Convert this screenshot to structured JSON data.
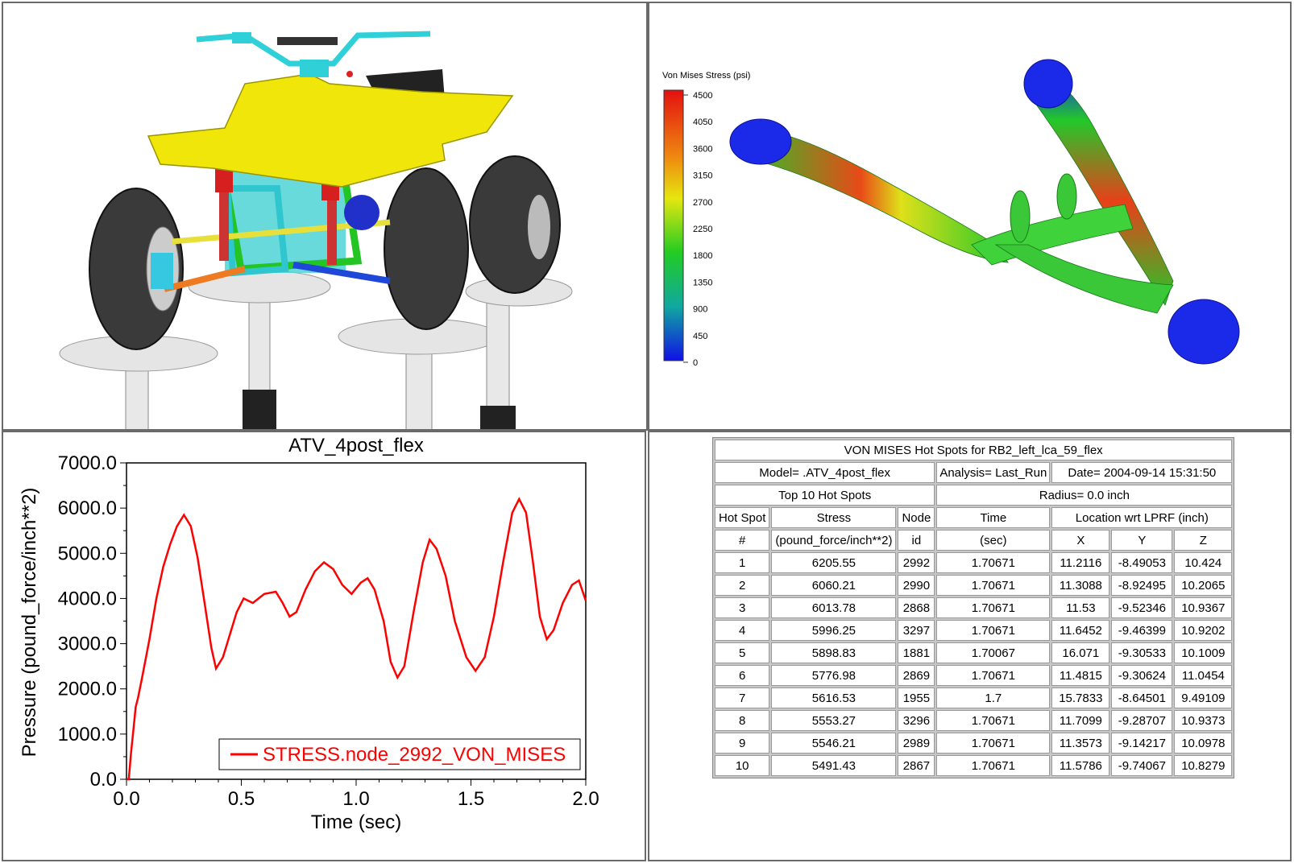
{
  "stress_panel": {
    "title": "Von Mises Stress (psi)",
    "colorbar_ticks": [
      "4500",
      "4050",
      "3600",
      "3150",
      "2700",
      "2250",
      "1800",
      "1350",
      "900",
      "450",
      "0"
    ]
  },
  "chart_data": {
    "type": "line",
    "title": "ATV_4post_flex",
    "xlabel": "Time (sec)",
    "ylabel": "Pressure (pound_force/inch**2)",
    "xlim": [
      0.0,
      2.0
    ],
    "ylim": [
      0.0,
      7000.0
    ],
    "x_ticks": [
      "0.0",
      "0.5",
      "1.0",
      "1.5",
      "2.0"
    ],
    "y_ticks": [
      "0.0",
      "1000.0",
      "2000.0",
      "3000.0",
      "4000.0",
      "5000.0",
      "6000.0",
      "7000.0"
    ],
    "legend_position": "bottom-right",
    "series": [
      {
        "name": "STRESS.node_2992_VON_MISES",
        "color": "#ff0000",
        "points": [
          [
            0.0,
            0
          ],
          [
            0.01,
            0
          ],
          [
            0.02,
            600
          ],
          [
            0.03,
            1100
          ],
          [
            0.04,
            1600
          ],
          [
            0.05,
            1800
          ],
          [
            0.07,
            2300
          ],
          [
            0.1,
            3100
          ],
          [
            0.13,
            4000
          ],
          [
            0.16,
            4700
          ],
          [
            0.19,
            5200
          ],
          [
            0.22,
            5600
          ],
          [
            0.25,
            5850
          ],
          [
            0.28,
            5600
          ],
          [
            0.31,
            4900
          ],
          [
            0.34,
            3900
          ],
          [
            0.37,
            2900
          ],
          [
            0.39,
            2450
          ],
          [
            0.42,
            2700
          ],
          [
            0.45,
            3200
          ],
          [
            0.48,
            3700
          ],
          [
            0.51,
            4000
          ],
          [
            0.55,
            3900
          ],
          [
            0.6,
            4100
          ],
          [
            0.65,
            4150
          ],
          [
            0.68,
            3900
          ],
          [
            0.71,
            3600
          ],
          [
            0.74,
            3700
          ],
          [
            0.78,
            4200
          ],
          [
            0.82,
            4600
          ],
          [
            0.86,
            4800
          ],
          [
            0.9,
            4650
          ],
          [
            0.94,
            4300
          ],
          [
            0.98,
            4100
          ],
          [
            1.02,
            4350
          ],
          [
            1.05,
            4450
          ],
          [
            1.08,
            4200
          ],
          [
            1.12,
            3500
          ],
          [
            1.15,
            2600
          ],
          [
            1.18,
            2250
          ],
          [
            1.21,
            2500
          ],
          [
            1.25,
            3700
          ],
          [
            1.29,
            4800
          ],
          [
            1.32,
            5300
          ],
          [
            1.35,
            5100
          ],
          [
            1.39,
            4500
          ],
          [
            1.43,
            3500
          ],
          [
            1.48,
            2700
          ],
          [
            1.52,
            2400
          ],
          [
            1.56,
            2700
          ],
          [
            1.6,
            3600
          ],
          [
            1.64,
            4800
          ],
          [
            1.68,
            5900
          ],
          [
            1.71,
            6200
          ],
          [
            1.74,
            5900
          ],
          [
            1.77,
            4800
          ],
          [
            1.8,
            3600
          ],
          [
            1.83,
            3100
          ],
          [
            1.86,
            3300
          ],
          [
            1.9,
            3900
          ],
          [
            1.94,
            4300
          ],
          [
            1.97,
            4400
          ],
          [
            2.0,
            3950
          ]
        ]
      }
    ]
  },
  "table": {
    "title": "VON MISES Hot Spots for RB2_left_lca_59_flex",
    "model": "Model= .ATV_4post_flex",
    "analysis": "Analysis= Last_Run",
    "date": "Date= 2004-09-14 15:31:50",
    "top_label": "Top 10 Hot Spots",
    "radius": "Radius= 0.0 inch",
    "headers1": {
      "hotspot": "Hot Spot",
      "stress": "Stress",
      "node": "Node",
      "time": "Time",
      "location": "Location wrt LPRF (inch)"
    },
    "headers2": [
      "#",
      "(pound_force/inch**2)",
      "id",
      "(sec)",
      "X",
      "Y",
      "Z"
    ],
    "rows": [
      [
        "1",
        "6205.55",
        "2992",
        "1.70671",
        "11.2116",
        "-8.49053",
        "10.424"
      ],
      [
        "2",
        "6060.21",
        "2990",
        "1.70671",
        "11.3088",
        "-8.92495",
        "10.2065"
      ],
      [
        "3",
        "6013.78",
        "2868",
        "1.70671",
        "11.53",
        "-9.52346",
        "10.9367"
      ],
      [
        "4",
        "5996.25",
        "3297",
        "1.70671",
        "11.6452",
        "-9.46399",
        "10.9202"
      ],
      [
        "5",
        "5898.83",
        "1881",
        "1.70067",
        "16.071",
        "-9.30533",
        "10.1009"
      ],
      [
        "6",
        "5776.98",
        "2869",
        "1.70671",
        "11.4815",
        "-9.30624",
        "11.0454"
      ],
      [
        "7",
        "5616.53",
        "1955",
        "1.7",
        "15.7833",
        "-8.64501",
        "9.49109"
      ],
      [
        "8",
        "5553.27",
        "3296",
        "1.70671",
        "11.7099",
        "-9.28707",
        "10.9373"
      ],
      [
        "9",
        "5546.21",
        "2989",
        "1.70671",
        "11.3573",
        "-9.14217",
        "10.0978"
      ],
      [
        "10",
        "5491.43",
        "2867",
        "1.70671",
        "11.5786",
        "-9.74067",
        "10.8279"
      ]
    ]
  }
}
